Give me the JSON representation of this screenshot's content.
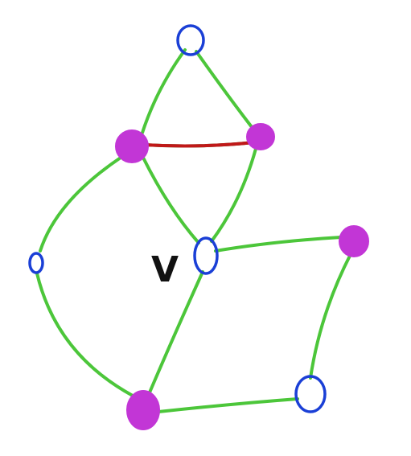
{
  "colors": {
    "edge": "#4cc63a",
    "highlight_edge": "#c01818",
    "highlight_edge_outline": "#2f7d1f",
    "ring": "#1a3fd6",
    "filled": "#c236d6",
    "label": "#111111"
  },
  "graph": {
    "vertex_label": "V",
    "nodes": [
      {
        "id": "top",
        "type": "ring"
      },
      {
        "id": "left-upper",
        "type": "filled"
      },
      {
        "id": "right-upper",
        "type": "filled"
      },
      {
        "id": "left-mid",
        "type": "ring"
      },
      {
        "id": "center-v",
        "type": "ring"
      },
      {
        "id": "right-mid",
        "type": "filled"
      },
      {
        "id": "bottom-left",
        "type": "filled"
      },
      {
        "id": "bottom-right",
        "type": "ring"
      }
    ],
    "edges": [
      {
        "from": "top",
        "to": "left-upper",
        "highlight": false
      },
      {
        "from": "top",
        "to": "right-upper",
        "highlight": false
      },
      {
        "from": "left-upper",
        "to": "right-upper",
        "highlight": true
      },
      {
        "from": "left-upper",
        "to": "center-v",
        "highlight": false
      },
      {
        "from": "right-upper",
        "to": "center-v",
        "highlight": false
      },
      {
        "from": "left-upper",
        "to": "left-mid",
        "highlight": false
      },
      {
        "from": "left-mid",
        "to": "bottom-left",
        "highlight": false
      },
      {
        "from": "center-v",
        "to": "bottom-left",
        "highlight": false
      },
      {
        "from": "center-v",
        "to": "right-mid",
        "highlight": false
      },
      {
        "from": "right-mid",
        "to": "bottom-right",
        "highlight": false
      },
      {
        "from": "bottom-left",
        "to": "bottom-right",
        "highlight": false
      }
    ]
  }
}
